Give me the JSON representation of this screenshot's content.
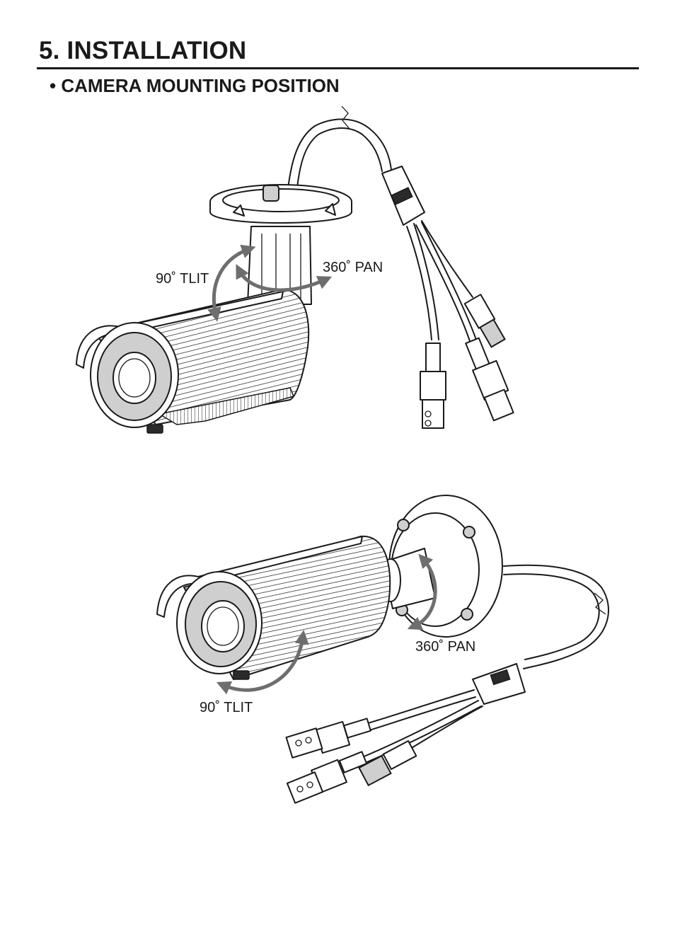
{
  "heading": {
    "section": "5. INSTALLATION",
    "subsection": "• CAMERA MOUNTING POSITION"
  },
  "figures": [
    {
      "tilt_label": "90˚ TLIT",
      "pan_label": "360˚ PAN"
    },
    {
      "tilt_label": "90˚ TLIT",
      "pan_label": "360˚ PAN"
    }
  ]
}
